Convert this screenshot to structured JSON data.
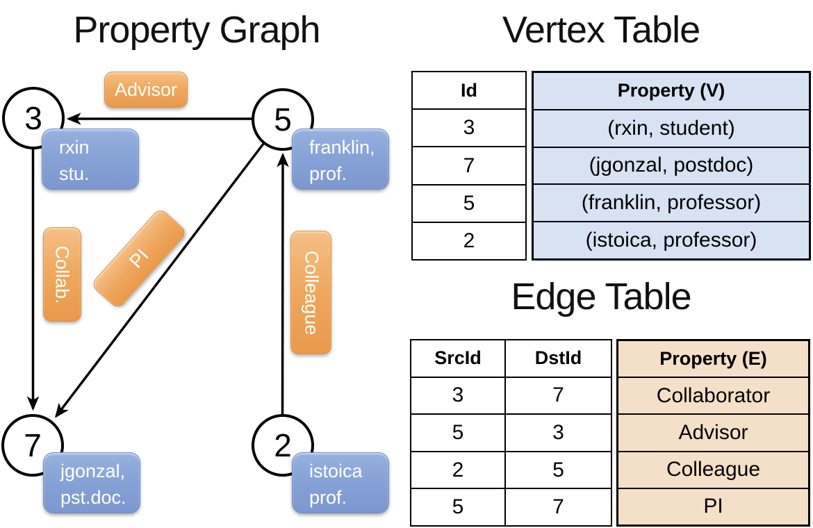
{
  "titles": {
    "graph": "Property Graph",
    "vertex": "Vertex Table",
    "edge": "Edge Table"
  },
  "graph": {
    "nodes": {
      "n3": {
        "id": "3",
        "line1": "rxin",
        "line2": "stu."
      },
      "n5": {
        "id": "5",
        "line1": "franklin,",
        "line2": "prof."
      },
      "n7": {
        "id": "7",
        "line1": "jgonzal,",
        "line2": "pst.doc."
      },
      "n2": {
        "id": "2",
        "line1": "istoica",
        "line2": "prof."
      }
    },
    "edges": {
      "advisor": {
        "label": "Advisor"
      },
      "collab": {
        "label": "Collab."
      },
      "pi": {
        "label": "PI"
      },
      "colleague": {
        "label": "Colleague"
      }
    }
  },
  "vertex_table": {
    "headers": {
      "id": "Id",
      "property": "Property (V)"
    },
    "rows": [
      {
        "id": "3",
        "property": "(rxin, student)"
      },
      {
        "id": "7",
        "property": "(jgonzal, postdoc)"
      },
      {
        "id": "5",
        "property": "(franklin, professor)"
      },
      {
        "id": "2",
        "property": "(istoica, professor)"
      }
    ]
  },
  "edge_table": {
    "headers": {
      "src": "SrcId",
      "dst": "DstId",
      "property": "Property (E)"
    },
    "rows": [
      {
        "src": "3",
        "dst": "7",
        "property": "Collaborator"
      },
      {
        "src": "5",
        "dst": "3",
        "property": "Advisor"
      },
      {
        "src": "2",
        "dst": "5",
        "property": "Colleague"
      },
      {
        "src": "5",
        "dst": "7",
        "property": "PI"
      }
    ]
  },
  "colors": {
    "edge_label_orange": "#EFA75E",
    "node_label_blue": "#87A2D6",
    "vertex_property_bg": "#D9E2F2",
    "edge_property_bg": "#F4DFC8",
    "line_black": "#000000"
  }
}
